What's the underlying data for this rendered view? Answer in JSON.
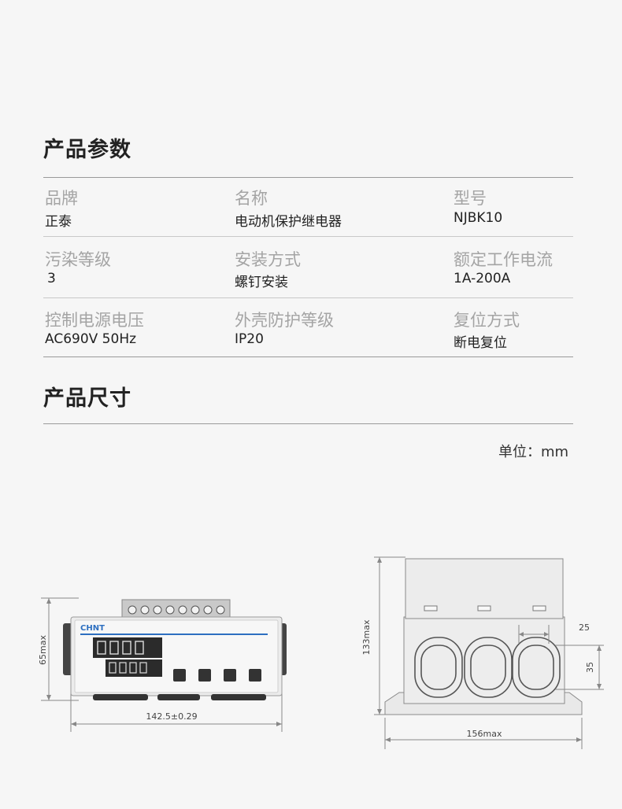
{
  "sections": {
    "params_title": "产品参数",
    "size_title": "产品尺寸"
  },
  "params": [
    {
      "label": "品牌",
      "value": "正泰"
    },
    {
      "label": "名称",
      "value": "电动机保护继电器"
    },
    {
      "label": "型号",
      "value": "NJBK10"
    },
    {
      "label": "污染等级",
      "value": "3"
    },
    {
      "label": "安装方式",
      "value": "螺钉安装"
    },
    {
      "label": "额定工作电流",
      "value": "1A-200A"
    },
    {
      "label": "控制电源电压",
      "value": "AC690V 50Hz"
    },
    {
      "label": "外壳防护等级",
      "value": "IP20"
    },
    {
      "label": "复位方式",
      "value": "断电复位"
    }
  ],
  "unit_text": "单位：mm",
  "front_view": {
    "brand": "CHNT",
    "dim_height": "65max",
    "dim_width": "142.5±0.29"
  },
  "side_view": {
    "dim_height": "133max",
    "dim_width": "156max",
    "dim_hole_width": "25",
    "dim_hole_height": "35"
  },
  "colors": {
    "background": "#f6f6f6",
    "label": "#a4a4a4",
    "value": "#222222",
    "brand_blue": "#2d6fc0"
  }
}
